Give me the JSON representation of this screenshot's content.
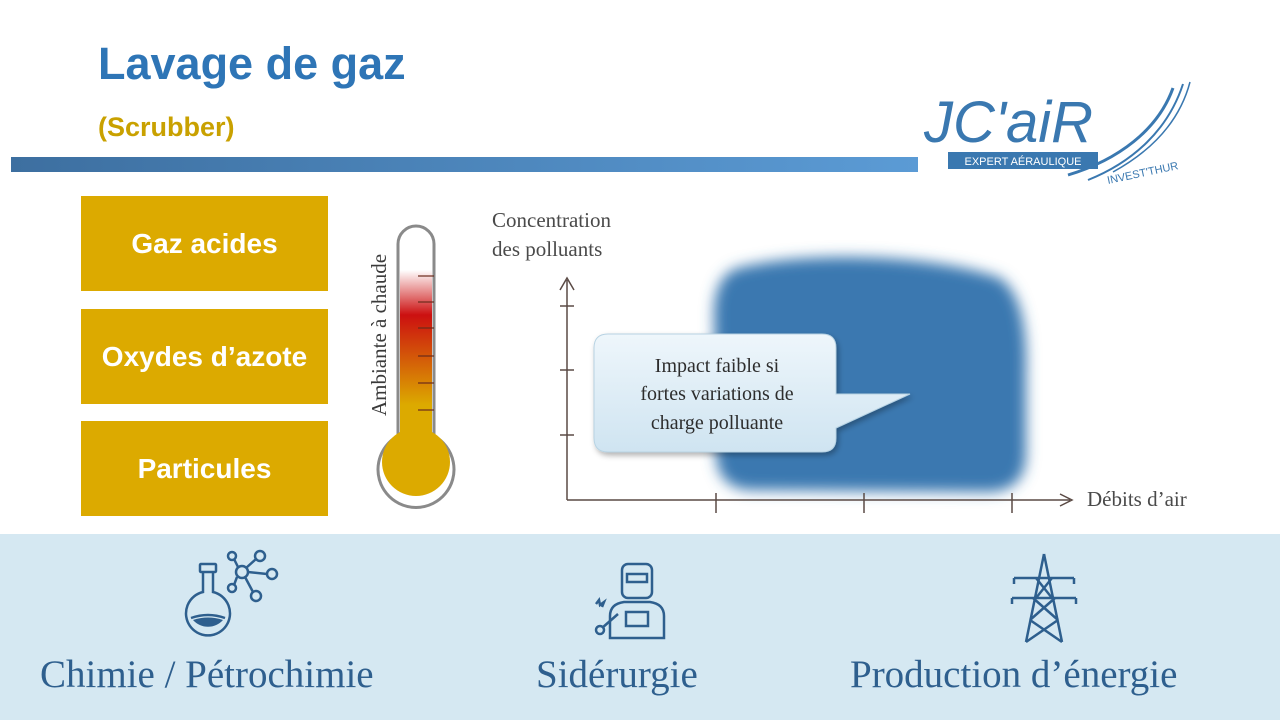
{
  "header": {
    "title": "Lavage de gaz",
    "subtitle": "(Scrubber)"
  },
  "logo": {
    "brand": "JC'aiR",
    "tagline": "EXPERT AÉRAULIQUE",
    "sub": "INVEST'THUR"
  },
  "pollutants": [
    {
      "label": "Gaz acides"
    },
    {
      "label": "Oxydes d’azote"
    },
    {
      "label": "Particules"
    }
  ],
  "thermometer": {
    "label": "Ambiante à chaude"
  },
  "chart": {
    "y_label_line1": "Concentration",
    "y_label_line2": "des polluants",
    "x_label": "Débits d’air",
    "callout_line1": "Impact faible si",
    "callout_line2": "fortes variations de",
    "callout_line3": "charge polluante"
  },
  "colors": {
    "title": "#2e75b6",
    "subtitle": "#c9a100",
    "pollutant_box": "#dcaa00",
    "blob": "#3a78b0",
    "bottom_band": "#d5e8f2",
    "sector_text": "#2e5f8e"
  },
  "sectors": [
    {
      "label": "Chimie / Pétrochimie",
      "icon": "flask-molecule-icon"
    },
    {
      "label": "Sidérurgie",
      "icon": "welder-icon"
    },
    {
      "label": "Production d’énergie",
      "icon": "power-pylon-icon"
    }
  ]
}
